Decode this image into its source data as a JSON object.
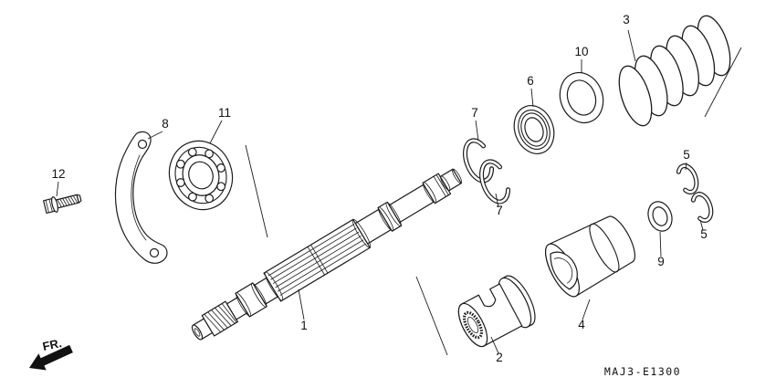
{
  "colors": {
    "line": "#1c1c1c",
    "background": "#ffffff"
  },
  "footer": {
    "diagram_code": "MAJ3-E1300"
  },
  "orientation": {
    "front_label": "FR."
  },
  "callouts": [
    {
      "label": "1"
    },
    {
      "label": "2"
    },
    {
      "label": "3"
    },
    {
      "label": "4"
    },
    {
      "label": "5"
    },
    {
      "label": "5"
    },
    {
      "label": "6"
    },
    {
      "label": "7"
    },
    {
      "label": "7"
    },
    {
      "label": "8"
    },
    {
      "label": "9"
    },
    {
      "label": "10"
    },
    {
      "label": "11"
    },
    {
      "label": "12"
    }
  ]
}
